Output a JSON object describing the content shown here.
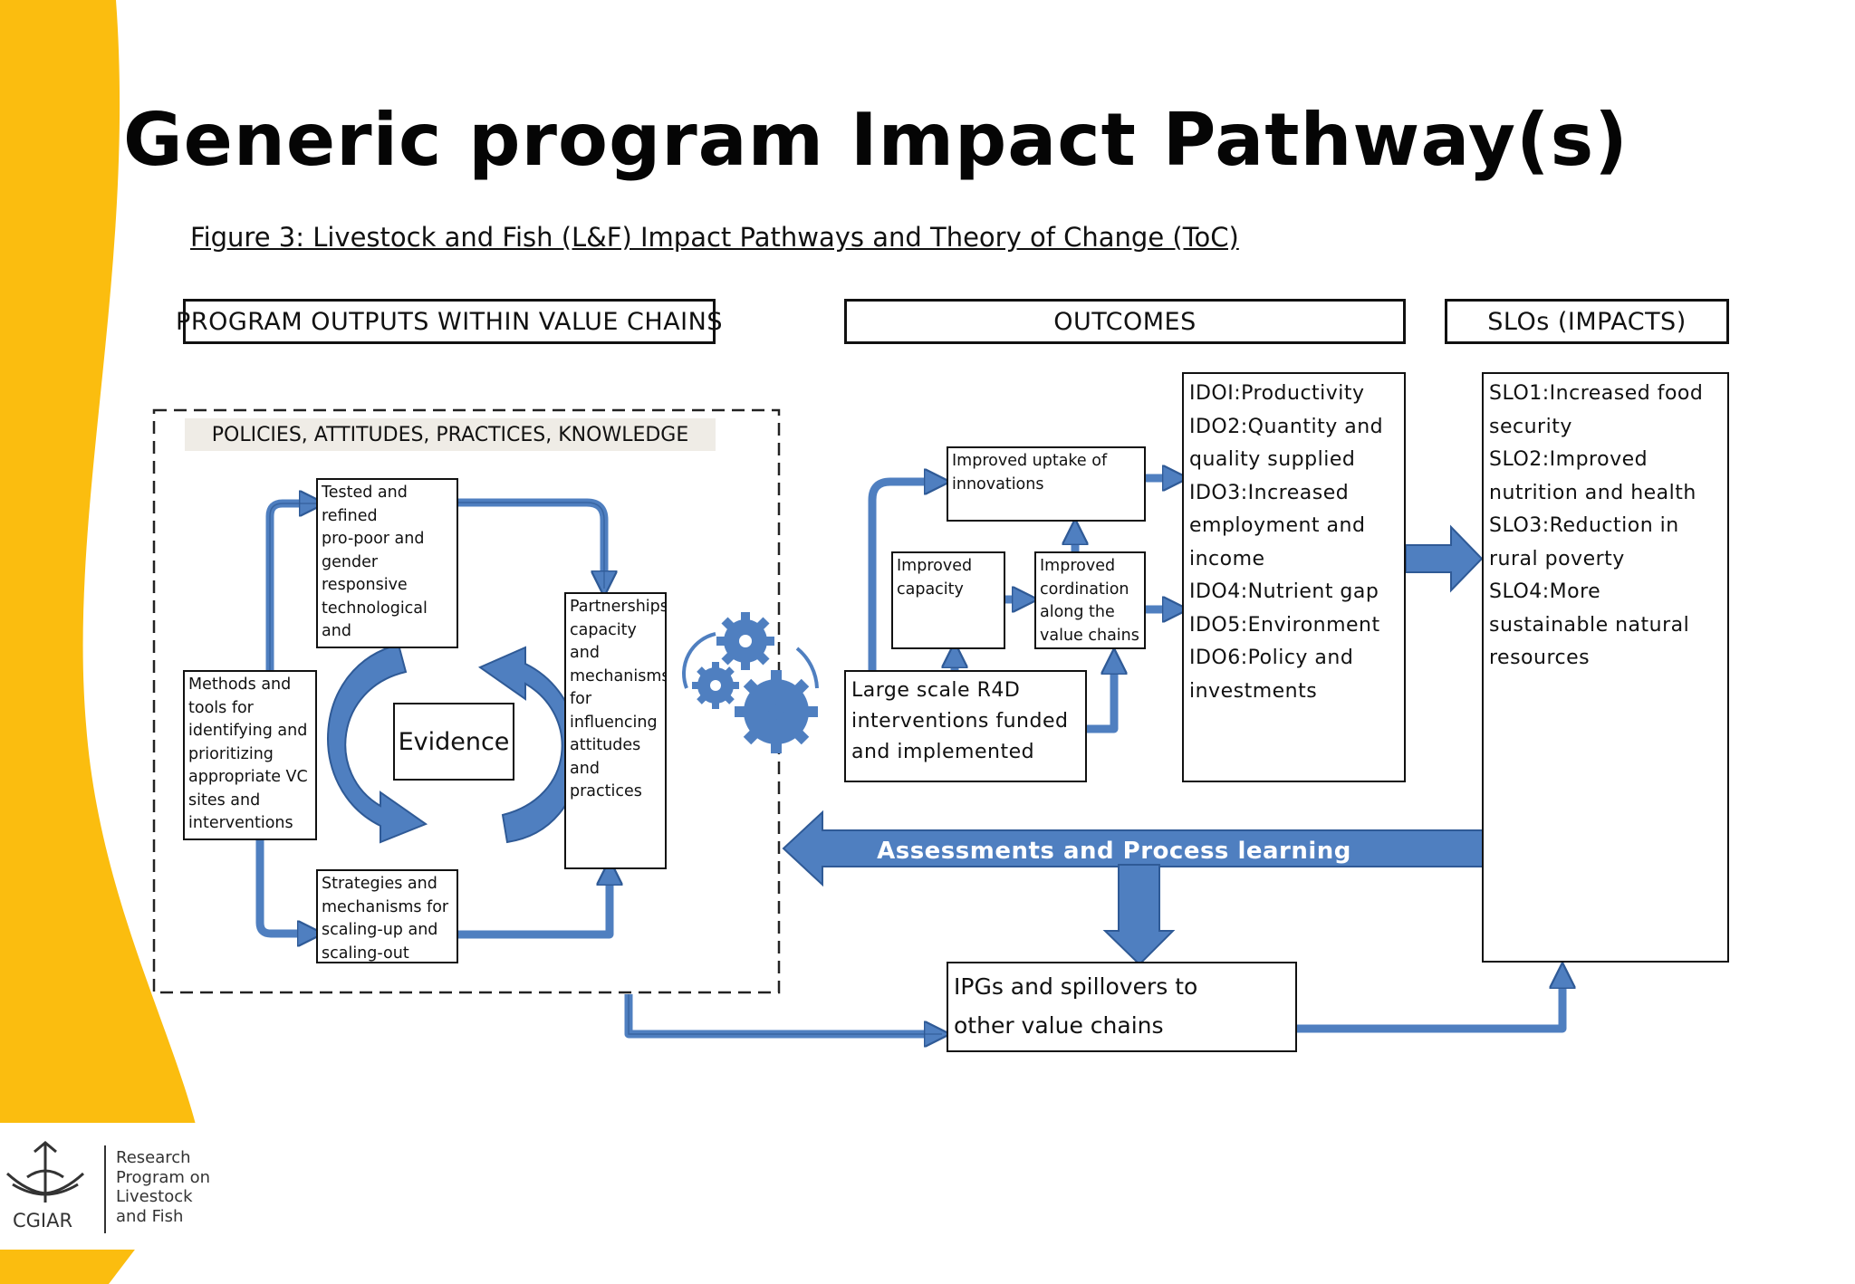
{
  "slide": {
    "title": "Generic program Impact Pathway(s)",
    "figure_caption": "Figure 3: Livestock and Fish (L&F) Impact Pathways and Theory of Change (ToC)"
  },
  "colors": {
    "arrow_blue": "#4f7fc0",
    "arrow_outline": "#2f5a96",
    "accent_yellow": "#fbbd0f"
  },
  "headers": {
    "program_outputs": "PROGRAM OUTPUTS WITHIN VALUE CHAINS",
    "outcomes": "OUTCOMES",
    "slos": "SLOs (IMPACTS)"
  },
  "outputs": {
    "policies_banner": "POLICIES, ATTITUDES, PRACTICES, KNOWLEDGE",
    "tested": "Tested and refined\npro-poor and\ngender responsive\ntechnological and\ninstitutional\ninnovations",
    "methods": "Methods and\ntools for\nidentifying and\nprioritizing\nappropriate VC\nsites and\ninterventions",
    "partnerships": "Partnerships,\ncapacity and\nmechanisms\nfor\ninfluencing\nattitudes and\npractices",
    "strategies": "Strategies and\nmechanisms for\nscaling-up and\nscaling-out",
    "evidence": "Evidence"
  },
  "outcomes": {
    "uptake": "Improved uptake of\ninnovations",
    "capacity": "Improved\ncapacity",
    "coordination": "Improved\ncordination\nalong the\nvalue chains",
    "r4d": "Large scale R4D\ninterventions funded\nand implemented",
    "idos": "IDOI:Productivity\nIDO2:Quantity and\nquality supplied\nIDO3:Increased\nemployment and\nincome\nIDO4:Nutrient gap\nIDO5:Environment\nIDO6:Policy and\ninvestments"
  },
  "impacts": {
    "slos": "SLO1:Increased food\nsecurity\nSLO2:Improved\nnutrition and health\nSLO3:Reduction in\nrural poverty\nSLO4:More\nsustainable natural\nresources"
  },
  "feedback": {
    "label": "Assessments and Process learning",
    "ipgs": "IPGs and spillovers to\nother value chains"
  },
  "logo": {
    "org": "CGIAR",
    "program_text": "Research\nProgram on\nLivestock\nand Fish"
  }
}
